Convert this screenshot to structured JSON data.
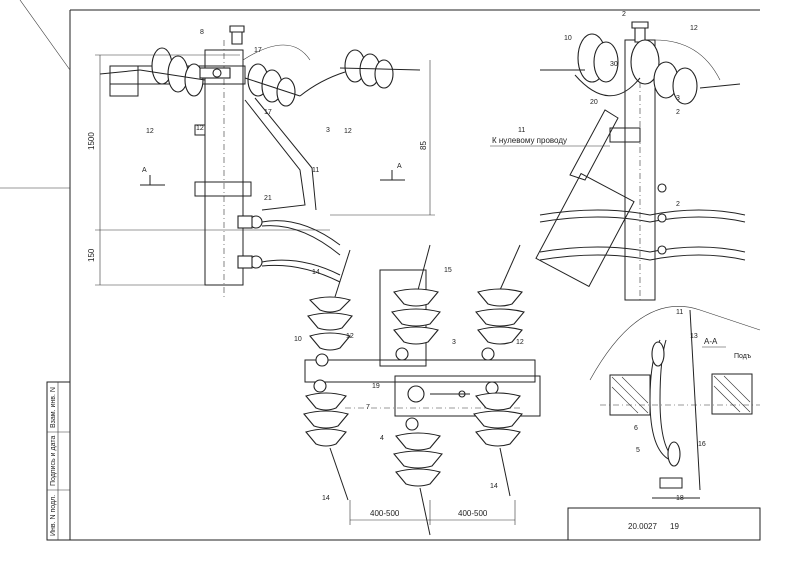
{
  "sheet": {
    "doc_number": "20.0027",
    "sheet_number": "19",
    "sidebar_labels": [
      "Инв. N подл.",
      "Подпись и дата",
      "Взам. инв. N"
    ]
  },
  "views": {
    "front": {
      "dims": {
        "height_main": "1500",
        "height_right": "85",
        "height_bottom": "150"
      },
      "section_marks": [
        "А",
        "А"
      ],
      "callouts": [
        "8",
        "17",
        "17",
        "3",
        "12",
        "12",
        "11",
        "21",
        "12"
      ]
    },
    "side": {
      "callouts": [
        "10",
        "12",
        "2",
        "30",
        "20",
        "3",
        "2",
        "2"
      ],
      "note_number": "11",
      "note_text": "К нулевому проводу"
    },
    "plan": {
      "callouts": [
        "15",
        "10",
        "3",
        "12",
        "12",
        "19",
        "7",
        "4",
        "14",
        "14",
        "14"
      ],
      "dims": [
        "400-500",
        "400-500"
      ]
    },
    "section": {
      "title": "А-А",
      "label_cut": "Подъ",
      "callouts": [
        "11",
        "13",
        "6",
        "5",
        "16",
        "18"
      ]
    }
  },
  "colors": {
    "ink": "#222222",
    "paper": "#ffffff"
  }
}
